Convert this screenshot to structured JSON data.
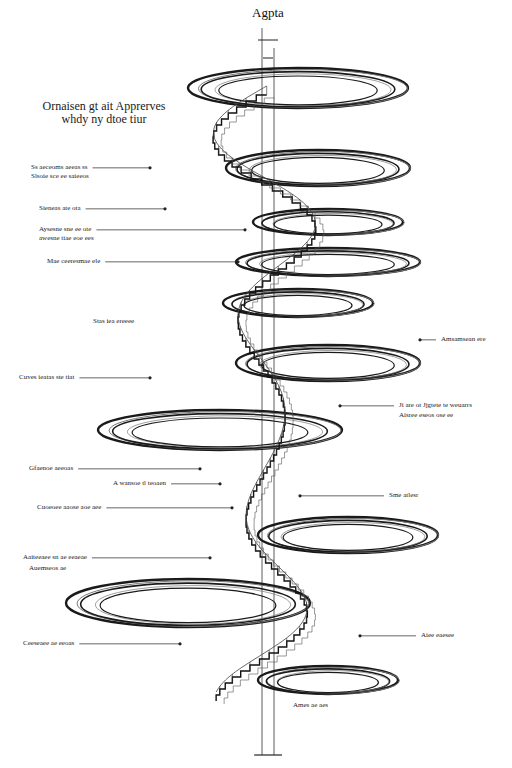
{
  "diagram": {
    "title": "Agpta",
    "labels": [
      "Ornaisen gt ait Apprerves whdy ny dtoe tiur",
      "Ss aeceoms aeeas ss",
      "Slsoie sce ee saieeos",
      "Sieneas ate ota",
      "Aysesne sne ee ote",
      "awesne tiae eoe ees",
      "Mae ceeresmae ele",
      "Stas iea ereeee",
      "Cuves ieatas ste tiat",
      "Gfaenoe aeeoas",
      "A wansoe tl teoaen",
      "Cuoeoee aaose aoe aee",
      "Aaiteeaee sn ae eeaeae",
      "Auemseos ae",
      "Ceeseaee ae eeoas",
      "Amsamsean ere",
      "Ji are ot Jjgtete te weuarrs",
      "Aisree eseos ose ee",
      "Sme atlesr",
      "Aiee eaesee",
      "Ames ae aes"
    ]
  }
}
